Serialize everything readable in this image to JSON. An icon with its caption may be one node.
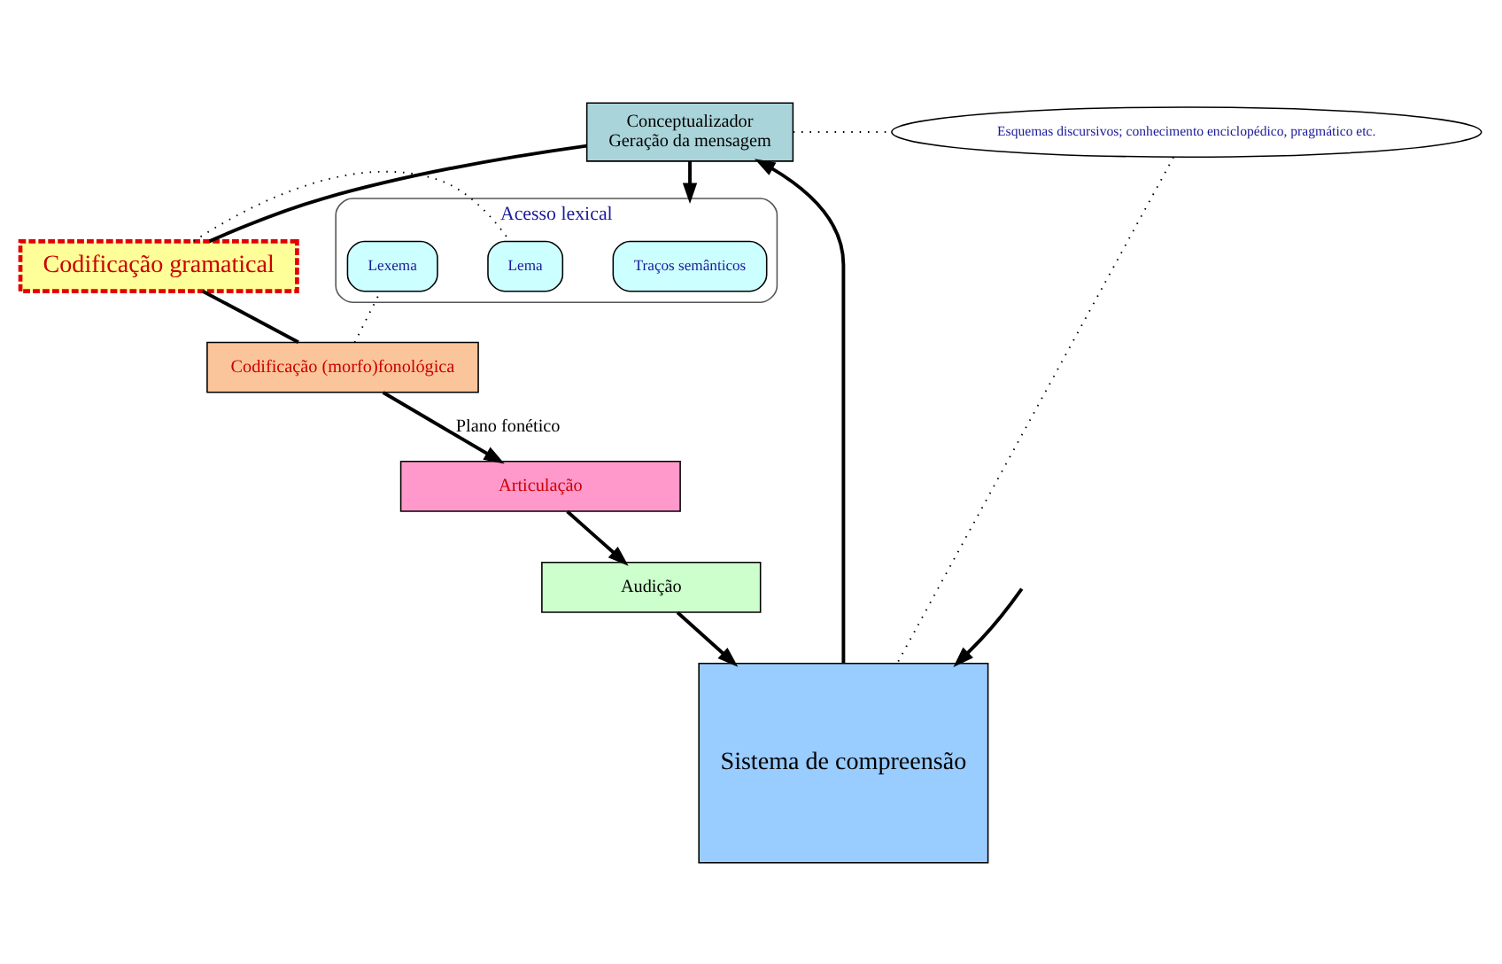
{
  "diagram": {
    "nodes": [
      {
        "text": [
          "Conceptualizador",
          "Geração da mensagem"
        ]
      },
      {
        "text": [
          "Esquemas discursivos; conhecimento enciclopédico, pragmático etc."
        ]
      },
      {
        "text": [
          "Codificação gramatical"
        ]
      },
      {
        "text": [
          "Acesso lexical"
        ]
      },
      {
        "text": [
          "Traços semânticos"
        ],
        "in": 3
      },
      {
        "text": [
          "Lema"
        ],
        "in": 3
      },
      {
        "text": [
          "Lexema"
        ],
        "in": 3
      },
      {
        "text": [
          "Sistema de compreensão"
        ]
      },
      {
        "text": [
          "Codificação (morfo)fonológica"
        ]
      },
      {
        "text": [
          "Articulação"
        ]
      },
      {
        "text": [
          "Audição"
        ]
      }
    ],
    "edges": [
      {
        "from": 0,
        "to": 1,
        "arrow": "none",
        "style": "dashed"
      },
      {
        "from": 1,
        "to": 7,
        "arrow": "none",
        "style": "dashed"
      },
      {
        "from": 0,
        "to": 3,
        "arrow": "to"
      },
      {
        "from": 7,
        "to": 0,
        "arrow": "to"
      },
      {
        "from": 0,
        "to": 2,
        "arrow": "none"
      },
      {
        "from": 2,
        "to": 5,
        "arrow": "none",
        "style": "dashed"
      },
      {
        "from": 2,
        "to": 8,
        "arrow": "none"
      },
      {
        "from": 8,
        "to": 6,
        "arrow": "none",
        "style": "dashed"
      },
      {
        "from": 8,
        "to": 9,
        "arrow": "to",
        "label": "Plano fonético"
      },
      {
        "from": null,
        "to": 7,
        "arrow": "to"
      },
      {
        "from": 9,
        "to": 10,
        "arrow": "to"
      },
      {
        "from": 10,
        "to": 7,
        "arrow": "to"
      }
    ]
  }
}
